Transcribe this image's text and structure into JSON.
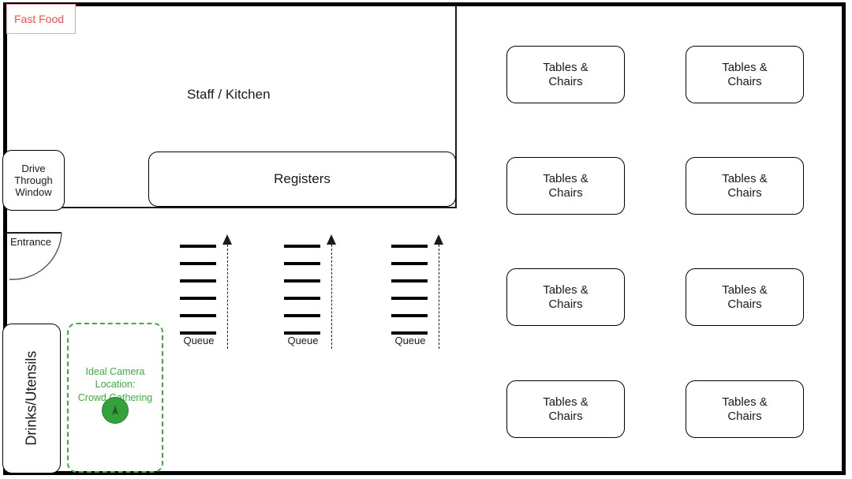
{
  "diagram": {
    "title": "Fast Food",
    "title_color": "#ff4d4d",
    "accent_green": "#3cae3f",
    "wall_color": "#000000"
  },
  "rooms": {
    "staff_kitchen": "Staff / Kitchen",
    "drive_through": "Drive\nThrough\nWindow",
    "registers": "Registers",
    "entrance": "Entrance",
    "drinks_utensils": "Drinks/Utensils"
  },
  "tables": [
    {
      "label": "Tables &\nChairs"
    },
    {
      "label": "Tables &\nChairs"
    },
    {
      "label": "Tables &\nChairs"
    },
    {
      "label": "Tables &\nChairs"
    },
    {
      "label": "Tables &\nChairs"
    },
    {
      "label": "Tables &\nChairs"
    },
    {
      "label": "Tables &\nChairs"
    },
    {
      "label": "Tables &\nChairs"
    }
  ],
  "queues": [
    {
      "label": "Queue",
      "bars": 6
    },
    {
      "label": "Queue",
      "bars": 6
    },
    {
      "label": "Queue",
      "bars": 6
    }
  ],
  "camera": {
    "label": "Ideal Camera Location:\nCrowd Gathering",
    "icon": "camera-cone-icon",
    "color": "#3cae3f",
    "dot_color": "#34a13a"
  }
}
